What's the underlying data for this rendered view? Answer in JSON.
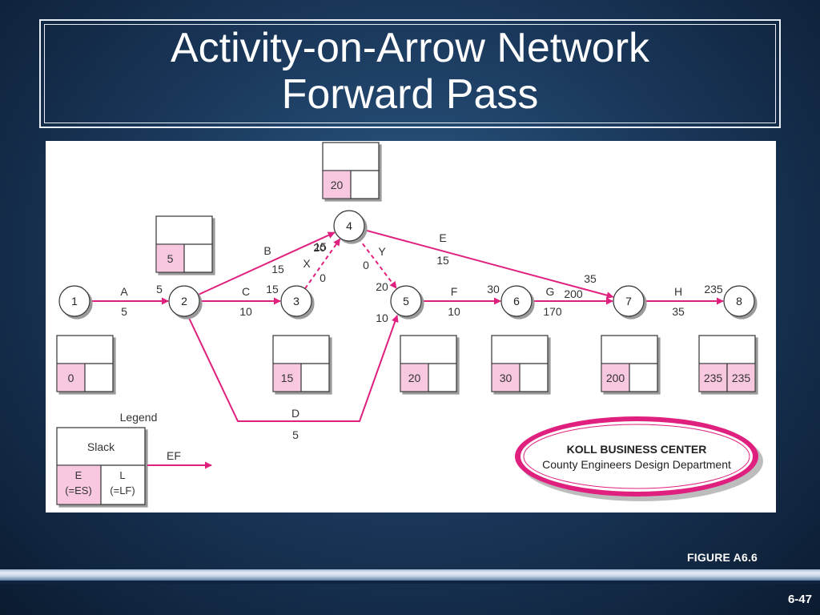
{
  "slide": {
    "title_line1": "Activity-on-Arrow Network",
    "title_line2": "Forward Pass",
    "figure_label": "FIGURE A6.6",
    "page_number": "6-47"
  },
  "colors": {
    "arrow": "#e0207e",
    "es_fill": "#f8c8e0",
    "node_stroke": "#333333",
    "background": "#1b3a5e"
  },
  "nodes": [
    {
      "id": "1",
      "label": "1"
    },
    {
      "id": "2",
      "label": "2"
    },
    {
      "id": "3",
      "label": "3"
    },
    {
      "id": "4",
      "label": "4"
    },
    {
      "id": "5",
      "label": "5"
    },
    {
      "id": "6",
      "label": "6"
    },
    {
      "id": "7",
      "label": "7"
    },
    {
      "id": "8",
      "label": "8"
    }
  ],
  "node_boxes": [
    {
      "node": "1",
      "es": "0",
      "lf": ""
    },
    {
      "node": "2",
      "es": "5",
      "lf": ""
    },
    {
      "node": "3",
      "es": "15",
      "lf": ""
    },
    {
      "node": "4",
      "es": "20",
      "lf": ""
    },
    {
      "node": "5",
      "es": "20",
      "lf": ""
    },
    {
      "node": "6",
      "es": "30",
      "lf": ""
    },
    {
      "node": "7",
      "es": "200",
      "lf": ""
    },
    {
      "node": "8",
      "es": "235",
      "lf": "235"
    }
  ],
  "activities": [
    {
      "name": "A",
      "duration": "5",
      "from": "1",
      "to": "2",
      "ef": "5",
      "dummy": false
    },
    {
      "name": "B",
      "duration": "15",
      "from": "2",
      "to": "4",
      "ef": "20",
      "dummy": false
    },
    {
      "name": "C",
      "duration": "10",
      "from": "2",
      "to": "3",
      "ef": "15",
      "dummy": false
    },
    {
      "name": "D",
      "duration": "5",
      "from": "2",
      "to": "5",
      "ef": "10",
      "dummy": false
    },
    {
      "name": "X",
      "duration": "0",
      "from": "3",
      "to": "4",
      "ef": "15",
      "dummy": true
    },
    {
      "name": "Y",
      "duration": "0",
      "from": "4",
      "to": "5",
      "ef": "20",
      "dummy": true
    },
    {
      "name": "E",
      "duration": "15",
      "from": "4",
      "to": "7",
      "ef": "35",
      "dummy": false
    },
    {
      "name": "F",
      "duration": "10",
      "from": "5",
      "to": "6",
      "ef": "30",
      "dummy": false
    },
    {
      "name": "G",
      "duration": "170",
      "from": "6",
      "to": "7",
      "ef": "200",
      "dummy": false
    },
    {
      "name": "H",
      "duration": "35",
      "from": "7",
      "to": "8",
      "ef": "235",
      "dummy": false
    }
  ],
  "legend": {
    "title": "Legend",
    "slack": "Slack",
    "e_label": "E",
    "e_sub": "(=ES)",
    "l_label": "L",
    "l_sub": "(=LF)",
    "ef_label": "EF"
  },
  "company": {
    "name": "KOLL BUSINESS CENTER",
    "department": "County Engineers Design Department"
  }
}
